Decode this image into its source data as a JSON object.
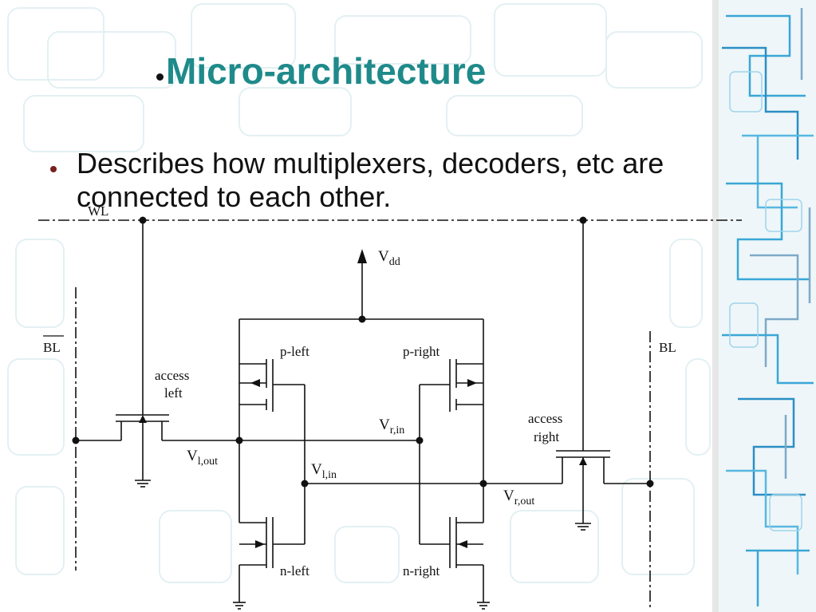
{
  "slide": {
    "title": "Micro-architecture",
    "bullets": [
      "Describes how multiplexers, decoders, etc are connected to each other."
    ]
  },
  "circuit": {
    "wordline": "WL",
    "bitline_bar": "BL",
    "bitline": "BL",
    "supply": {
      "base": "V",
      "sub": "dd"
    },
    "transistors": {
      "p_left": "p-left",
      "p_right": "p-right",
      "n_left": "n-left",
      "n_right": "n-right",
      "access_left": [
        "access",
        "left"
      ],
      "access_right": [
        "access",
        "right"
      ]
    },
    "nodes": {
      "v_l_out": {
        "base": "V",
        "sub": "l,out"
      },
      "v_l_in": {
        "base": "V",
        "sub": "l,in"
      },
      "v_r_in": {
        "base": "V",
        "sub": "r,in"
      },
      "v_r_out": {
        "base": "V",
        "sub": "r,out"
      }
    }
  },
  "colors": {
    "title": "#1f8a8a",
    "body_bullet": "#7a1e1e",
    "border_blue": "#3aa6d6",
    "pattern": "#dceef2"
  }
}
